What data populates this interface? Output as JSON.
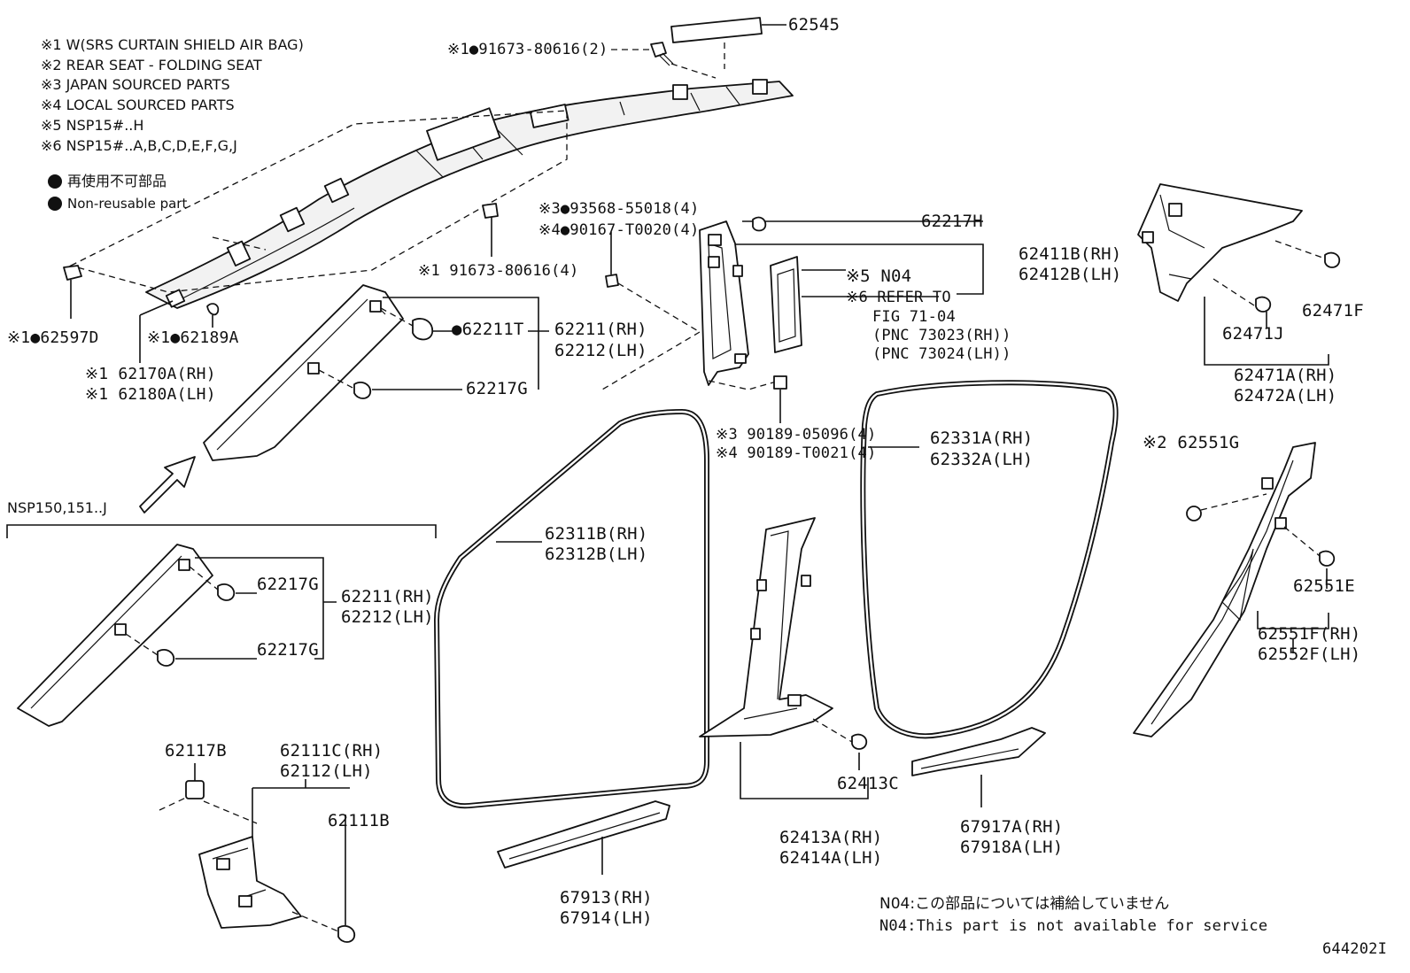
{
  "notes": [
    "※1 W(SRS CURTAIN SHIELD AIR BAG)",
    "※2 REAR SEAT - FOLDING SEAT",
    "※3 JAPAN SOURCED PARTS",
    "※4 LOCAL SOURCED PARTS",
    "※5 NSP15#..H",
    "※6 NSP15#..A,B,C,D,E,F,G,J"
  ],
  "legend": [
    "再使用不可部品",
    "Non-reusable part"
  ],
  "labels": [
    {
      "text": "62545"
    },
    {
      "text": "※1●91673-80616(2)"
    },
    {
      "text": "※3●93568-55018(4)"
    },
    {
      "text": "※4●90167-T0020(4)"
    },
    {
      "text": "※1 91673-80616(4)"
    },
    {
      "text": "62217H"
    },
    {
      "text": "62411B(RH)"
    },
    {
      "text": "62412B(LH)"
    },
    {
      "text": "※5 N04"
    },
    {
      "text": "※6 REFER TO"
    },
    {
      "text": "FIG 71-04"
    },
    {
      "text": "(PNC 73023(RH))"
    },
    {
      "text": "(PNC 73024(LH))"
    },
    {
      "text": "※1●62597D"
    },
    {
      "text": "※1●62189A"
    },
    {
      "text": "※1 62170A(RH)"
    },
    {
      "text": "※1 62180A(LH)"
    },
    {
      "text": "●62211T"
    },
    {
      "text": "62211(RH)"
    },
    {
      "text": "62212(LH)"
    },
    {
      "text": "62217G"
    },
    {
      "text": "※3 90189-05096(4)"
    },
    {
      "text": "※4 90189-T0021(4)"
    },
    {
      "text": "62331A(RH)"
    },
    {
      "text": "62332A(LH)"
    },
    {
      "text": "62471F"
    },
    {
      "text": "62471J"
    },
    {
      "text": "62471A(RH)"
    },
    {
      "text": "62472A(LH)"
    },
    {
      "text": "※2 62551G"
    },
    {
      "text": "62551E"
    },
    {
      "text": "62551F(RH)"
    },
    {
      "text": "62552F(LH)"
    },
    {
      "text": "NSP150,151..J"
    },
    {
      "text": "62217G"
    },
    {
      "text": "62217G"
    },
    {
      "text": "62211(RH)"
    },
    {
      "text": "62212(LH)"
    },
    {
      "text": "62311B(RH)"
    },
    {
      "text": "62312B(LH)"
    },
    {
      "text": "62117B"
    },
    {
      "text": "62111C(RH)"
    },
    {
      "text": "62112(LH)"
    },
    {
      "text": "62111B"
    },
    {
      "text": "62413C"
    },
    {
      "text": "62413A(RH)"
    },
    {
      "text": "62414A(LH)"
    },
    {
      "text": "67917A(RH)"
    },
    {
      "text": "67918A(LH)"
    },
    {
      "text": "67913(RH)"
    },
    {
      "text": "67914(LH)"
    },
    {
      "text": "N04:この部品については補給していません"
    },
    {
      "text": "N04:This part is not available for service"
    },
    {
      "text": "644202I"
    }
  ]
}
